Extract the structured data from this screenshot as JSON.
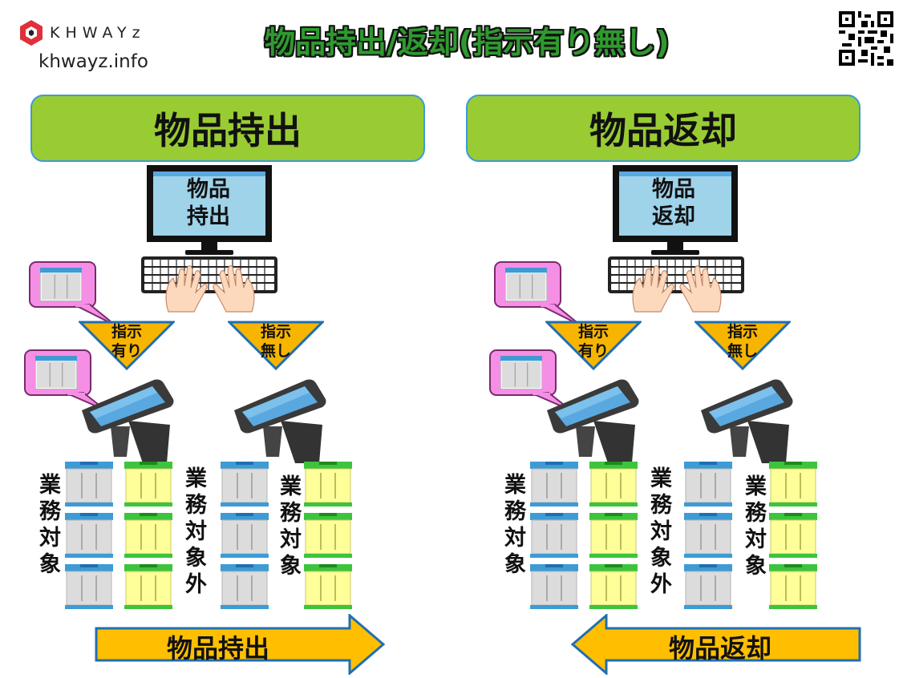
{
  "header": {
    "logo_text": "KHWAYz",
    "site": "khwayz.info",
    "title": "物品持出/返却(指示有り無し)"
  },
  "panels": {
    "left": {
      "heading": "物品持出",
      "monitor_line1": "物品",
      "monitor_line2": "持出",
      "arrow_label": "物品持出",
      "arrow_direction": "right"
    },
    "right": {
      "heading": "物品返却",
      "monitor_line1": "物品",
      "monitor_line2": "返却",
      "arrow_label": "物品返却",
      "arrow_direction": "left"
    }
  },
  "labels": {
    "instr_yes_1": "指示",
    "instr_yes_2": "有り",
    "instr_no_1": "指示",
    "instr_no_2": "無し",
    "target": "業務対象",
    "non_target": "業務対象外"
  },
  "colors": {
    "title_green": "#2e9a2e",
    "heading_green": "#99cc33",
    "heading_border": "#3d9bd6",
    "triangle": "#f7b500",
    "triangle_border": "#1f6fb2",
    "screen_blue": "#9ed3ea",
    "callout_pink": "#f58fe6",
    "arrow_orange": "#ffbf00",
    "target_box": "#dcdcdc",
    "non_target_box": "#ffff99"
  },
  "icons": [
    "logo-icon",
    "qr-code-icon",
    "monitor-icon",
    "keyboard-icon",
    "hands-icon",
    "tablet-terminal-icon",
    "document-window-icon",
    "box-icon",
    "arrow-icon"
  ]
}
